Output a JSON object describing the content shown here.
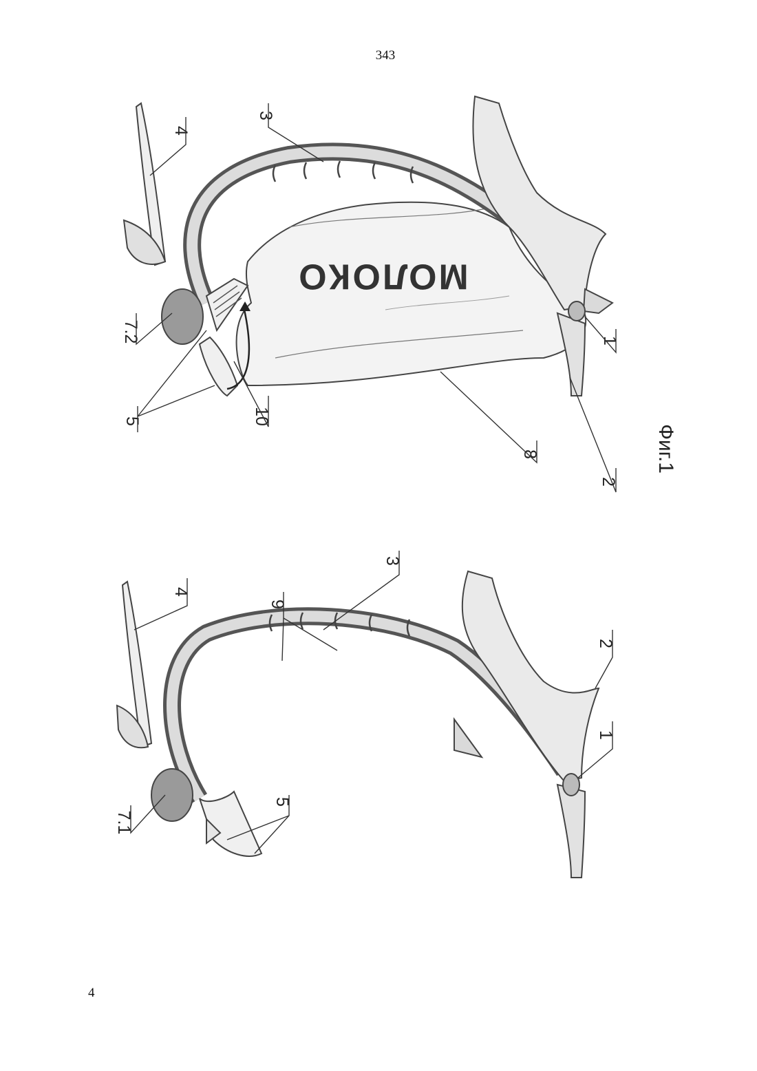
{
  "page": {
    "number_top": "343",
    "number_bottom": "4"
  },
  "figure": {
    "caption": "Фиг.1",
    "bag_text": "МОЛОКО",
    "right_labels": [
      "1",
      "2",
      "3",
      "4",
      "5",
      "7.2",
      "8",
      "10"
    ],
    "left_labels": [
      "1",
      "2",
      "3",
      "4",
      "5",
      "7.1",
      "9"
    ]
  },
  "colors": {
    "line": "#444444",
    "fill_light": "#eeeeee",
    "fill_mid": "#cccccc",
    "fill_dark": "#888888"
  }
}
